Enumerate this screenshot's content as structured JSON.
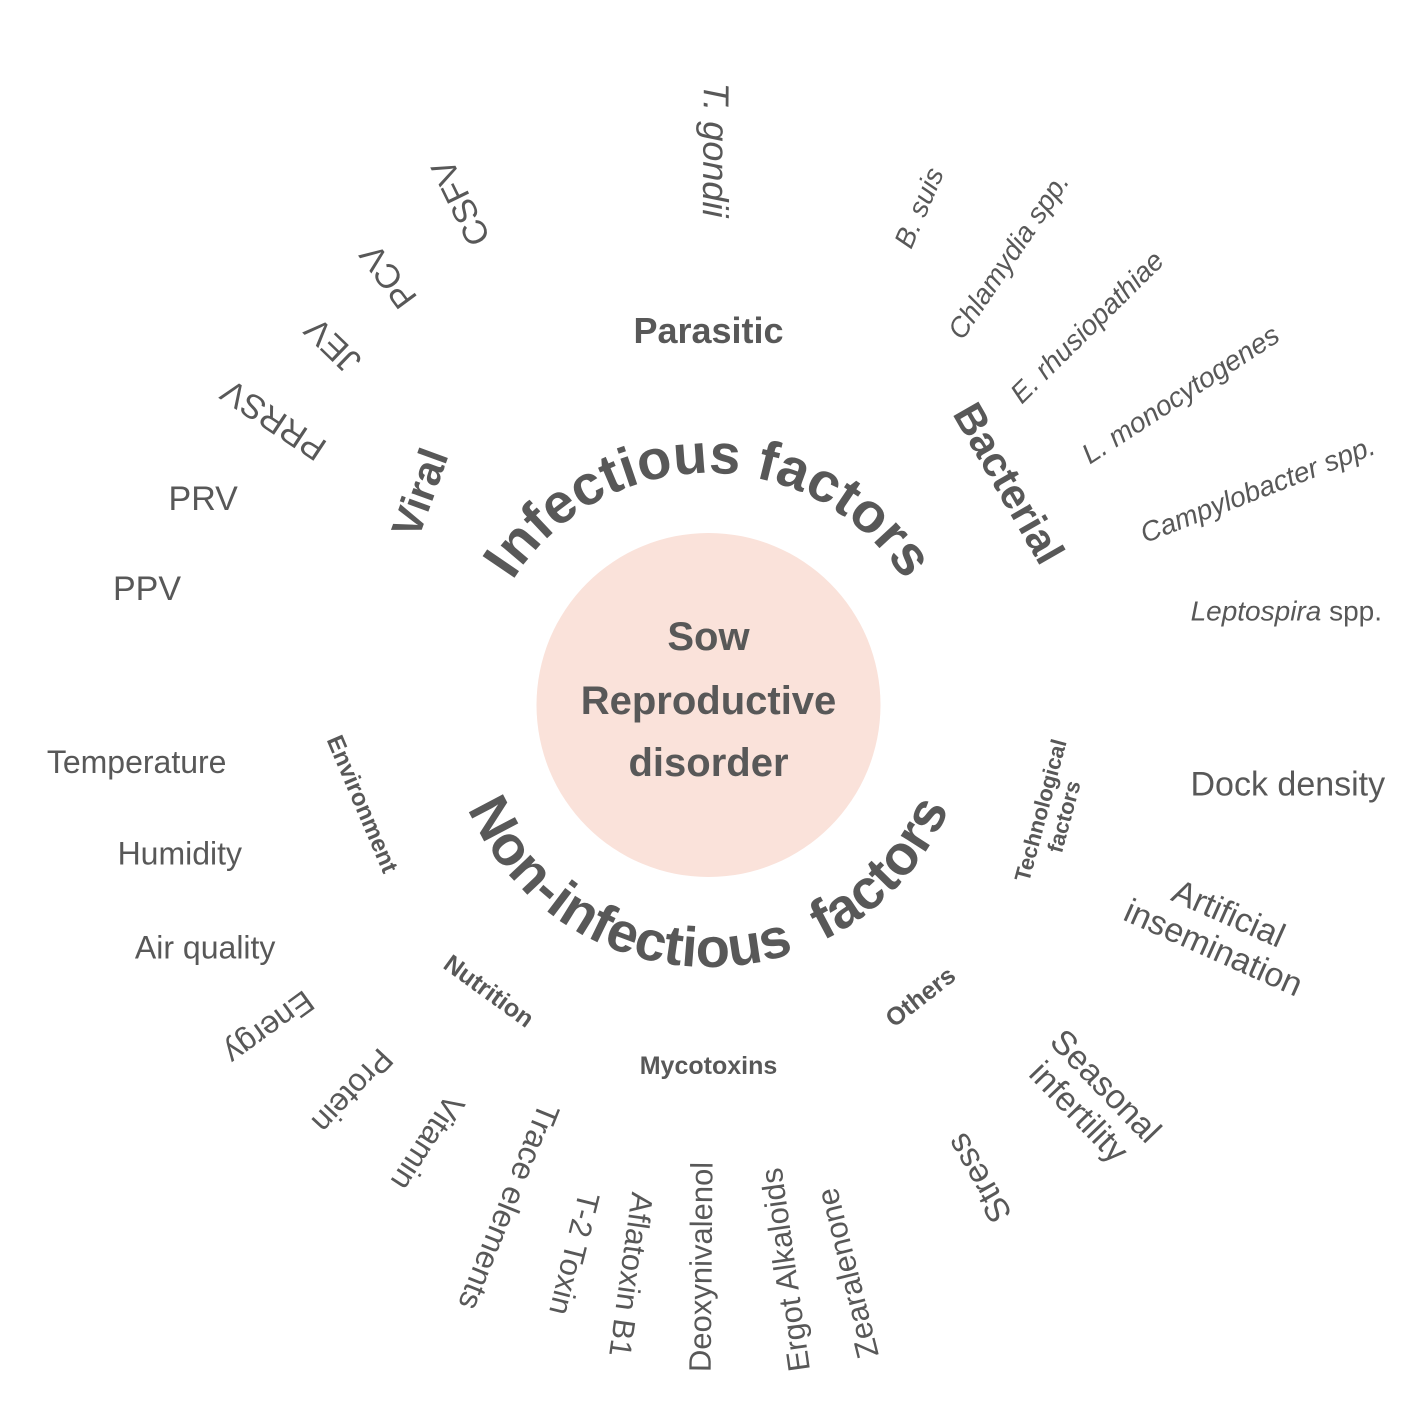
{
  "center": {
    "lines": [
      "Sow",
      "Reproductive",
      "disorder"
    ],
    "color": "#fae2da"
  },
  "groups": [
    {
      "id": "infectious",
      "label": "Infectious factors",
      "color": "#f8ccd8",
      "categories": [
        {
          "id": "viral",
          "label": "Viral",
          "color": "#f2c4a5",
          "outer_color": "#fbe5da",
          "items": [
            {
              "text": "PPV"
            },
            {
              "text": "PRV"
            },
            {
              "text": "PRRSV"
            },
            {
              "text": "JEV"
            },
            {
              "text": "PCV"
            },
            {
              "text": "CSFV"
            }
          ]
        },
        {
          "id": "parasitic",
          "label": "Parasitic",
          "color": "#fbe5a0",
          "outer_color": "#fdf7e1",
          "items": [
            {
              "text": "T. gondii",
              "italic": true
            }
          ]
        },
        {
          "id": "bacterial",
          "label": "Bacterial",
          "color": "#d6dcb2",
          "outer_color": "#eceedc",
          "items": [
            {
              "text": "B. suis",
              "italic": true
            },
            {
              "text": "Chlamydia spp.",
              "italic": true
            },
            {
              "text": "E. rhusiopathiae",
              "italic": true
            },
            {
              "text": "L. monocytogenes",
              "italic": true
            },
            {
              "text": "Campylobacter spp.",
              "italic": true
            },
            {
              "text": "Leptospira",
              "italic": true,
              "suffix": " spp."
            }
          ]
        }
      ]
    },
    {
      "id": "non-infectious",
      "label": "Non-infectious  factors",
      "color": "#e4d0e2",
      "categories": [
        {
          "id": "technological",
          "label": [
            "Technological",
            "factors"
          ],
          "color": "#bcd6d0",
          "outer_color": "#e7f1ee",
          "items": [
            {
              "text": "Dock density"
            },
            {
              "text": "Artificial insemination",
              "lines": [
                "Artificial",
                "insemination"
              ]
            }
          ]
        },
        {
          "id": "others",
          "label": "Others",
          "color": "#b5cfe0",
          "outer_color": "#e2eaf2",
          "items": [
            {
              "text": "Seasonal infertility",
              "lines": [
                "Seasonal",
                "infertility"
              ]
            },
            {
              "text": "Stress"
            }
          ]
        },
        {
          "id": "mycotoxins",
          "label": "Mycotoxins",
          "color": "#cdc3d1",
          "outer_color": "#e7e1e8",
          "items": [
            {
              "text": "Zearalenone"
            },
            {
              "text": "Ergot Alkaloids"
            },
            {
              "text": "Deoxynivalenol"
            },
            {
              "text": "Aflatoxin B1"
            },
            {
              "text": "T-2 Toxin"
            }
          ]
        },
        {
          "id": "nutrition",
          "label": "Nutrition",
          "color": "#f2bcbc",
          "outer_color": "#f6d4d2",
          "items": [
            {
              "text": "Trace elements"
            },
            {
              "text": "Vitamin"
            },
            {
              "text": "Protein"
            },
            {
              "text": "Energy"
            }
          ]
        },
        {
          "id": "environment",
          "label": "Environment",
          "color": "#f2c3c0",
          "outer_color": "#f8dcdc",
          "items": [
            {
              "text": "Air quality"
            },
            {
              "text": "Humidity"
            },
            {
              "text": "Temperature"
            }
          ]
        }
      ]
    }
  ]
}
